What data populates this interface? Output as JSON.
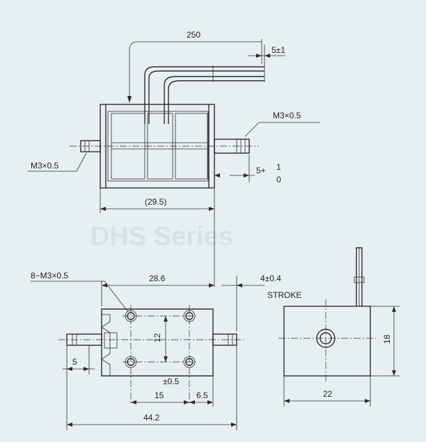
{
  "dimensions": {
    "lead_length": "250",
    "lead_strip": "5±1",
    "shaft_thread_right": "M3×0.5",
    "shaft_thread_left": "M3×0.5",
    "stroke_tol_top": "5+",
    "stroke_tol_top_a": "1",
    "stroke_tol_top_b": "0",
    "body_length": "(29.5)",
    "mount_holes": "8−M3×0.5",
    "frame_length": "28.6",
    "stroke_value": "4±0.4",
    "stroke_label": "STROKE",
    "hole_pitch_v": "12",
    "hole_tol": "±0.5",
    "hole_pitch_h": "15",
    "hole_offset": "6.5",
    "shaft_end": "5",
    "overall_length": "44.2",
    "end_height": "18",
    "end_width": "22"
  },
  "background_text": {
    "line1": "DHS Series"
  }
}
